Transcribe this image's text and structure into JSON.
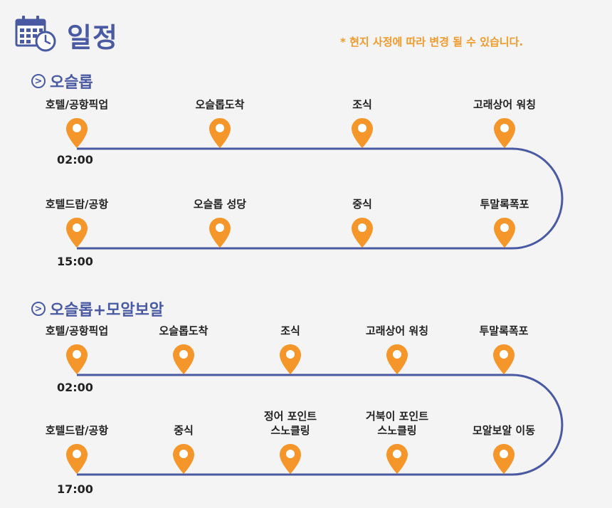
{
  "header": {
    "title": "일정",
    "notice": "* 현지 사정에 따라 변경 될 수 있습니다."
  },
  "colors": {
    "accent": "#4a5aa2",
    "pin": "#f5962a",
    "notice": "#f09a2c",
    "line": "#4a5aa2"
  },
  "sections": [
    {
      "title": "오슬롭",
      "top_row": [
        "호텔/공항픽업",
        "오슬롭도착",
        "조식",
        "고래상어 워칭"
      ],
      "bottom_row": [
        "호텔드랍/공항",
        "오슬롭 성당",
        "중식",
        "투말록폭포"
      ],
      "start_time": "02:00",
      "end_time": "15:00"
    },
    {
      "title": "오슬롭+모알보알",
      "top_row": [
        "호텔/공항픽업",
        "오슬롭도착",
        "조식",
        "고래상어 워칭",
        "투말록폭포"
      ],
      "bottom_row": [
        "호텔드랍/공항",
        "중식",
        "정어 포인트\n스노클링",
        "거북이 포인트\n스노클링",
        "모알보알 이동"
      ],
      "start_time": "02:00",
      "end_time": "17:00"
    }
  ]
}
